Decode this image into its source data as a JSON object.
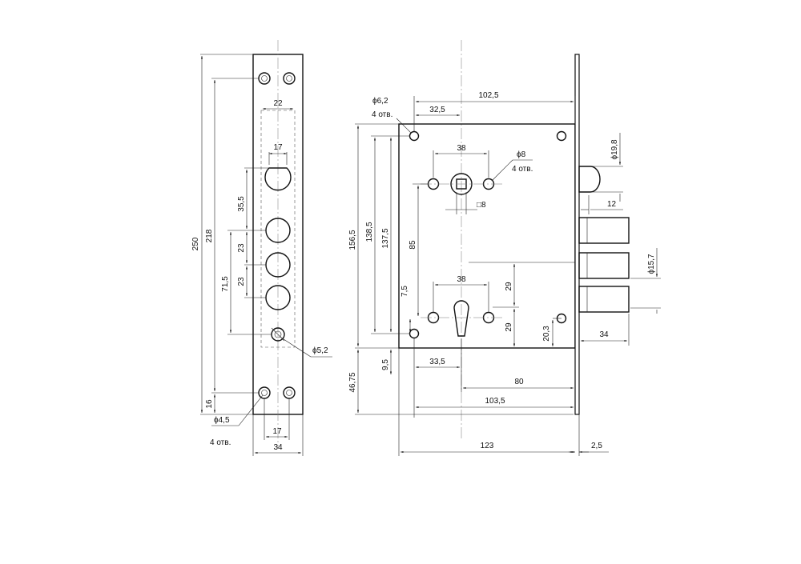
{
  "faceplate": {
    "total_height": "250",
    "hole_span": "218",
    "bolt_span": "71,5",
    "bottom_offset": "16",
    "pitch_a": "23",
    "pitch_b": "23",
    "spindle_offset": "35,5",
    "cutout_width": "22",
    "spindle_width": "17",
    "bottom_hole_spacing": "17",
    "plate_width": "34",
    "hole_dia": "ϕ4,5",
    "hole_count": "4 отв.",
    "screw_dia": "ϕ5,2"
  },
  "body": {
    "mount_hole_dia": "ϕ6,2",
    "mount_hole_count": "4 отв.",
    "top_offset": "32,5",
    "top_width": "102,5",
    "spindle_spacing": "38",
    "spindle_hole_dia": "ϕ8",
    "spindle_hole_count": "4 отв.",
    "square": "□8",
    "height_total": "156,5",
    "height_a": "138,5",
    "height_b": "137,5",
    "spindle_cyl_dist": "85",
    "cyl_spacing": "38",
    "small_offset": "7,5",
    "cyl_upper": "29",
    "cyl_lower": "29",
    "lower_hole_height": "20,3",
    "lower_offset": "9,5",
    "lower_total": "46,75",
    "backset_left": "33,5",
    "backset": "80",
    "width_inner": "103,5",
    "width_total": "123",
    "plate_thickness": "2,5",
    "latch_dia": "ϕ19,8",
    "latch_proj": "12",
    "bolt_dia": "ϕ15,7",
    "bolt_proj": "34"
  }
}
